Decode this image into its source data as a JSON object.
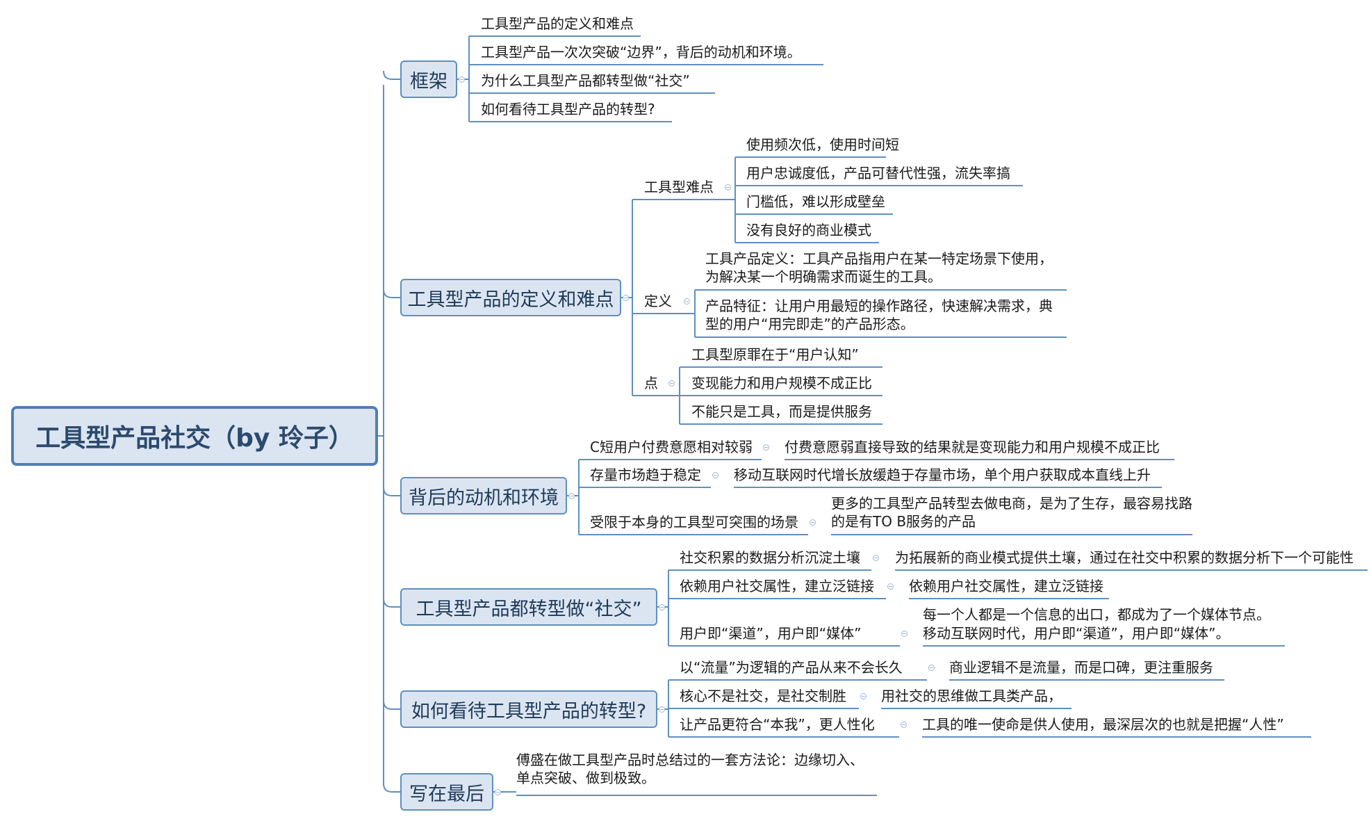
{
  "root": {
    "title": "工具型产品社交（by 玲子）"
  },
  "branches": {
    "framework": {
      "title": "框架",
      "items": [
        "工具型产品的定义和难点",
        "工具型产品一次次突破“边界”，背后的动机和环境。",
        "为什么工具型产品都转型做“社交”",
        "如何看待工具型产品的转型?"
      ]
    },
    "definition": {
      "title": "工具型产品的定义和难点",
      "difficulty": {
        "label": "工具型难点",
        "items": [
          "使用频次低，使用时间短",
          "用户忠诚度低，产品可替代性强，流失率搞",
          "门槛低，难以形成壁垒",
          "没有良好的商业模式"
        ]
      },
      "define": {
        "label": "定义",
        "items": [
          "工具产品定义：工具产品指用户在某一特定场景下使用，为解决某一个明确需求而诞生的工具。",
          "产品特征：让用户用最短的操作路径，快速解决需求，典型的用户“用完即走”的产品形态。"
        ]
      },
      "points": {
        "label": "点",
        "items": [
          "工具型原罪在于“用户认知”",
          "变现能力和用户规模不成正比",
          "不能只是工具，而是提供服务"
        ]
      }
    },
    "motive": {
      "title": "背后的动机和环境",
      "rows": [
        {
          "left": "C短用户付费意愿相对较弱",
          "right": "付费意愿弱直接导致的结果就是变现能力和用户规模不成正比"
        },
        {
          "left": "存量市场趋于稳定",
          "right": "移动互联网时代增长放缓趋于存量市场，单个用户获取成本直线上升"
        },
        {
          "left": "受限于本身的工具型可突围的场景",
          "right": "更多的工具型产品转型去做电商，是为了生存，最容易找路的是有TO B服务的产品"
        }
      ]
    },
    "social": {
      "title": "工具型产品都转型做“社交”",
      "rows": [
        {
          "left": "社交积累的数据分析沉淀土壤",
          "right": "为拓展新的商业模式提供土壤，通过在社交中积累的数据分析下一个可能性"
        },
        {
          "left": "依赖用户社交属性，建立泛链接",
          "right": "依赖用户社交属性，建立泛链接"
        },
        {
          "left": "用户即“渠道”，用户即“媒体”",
          "right_lines": [
            "每一个人都是一个信息的出口，都成为了一个媒体节点。",
            "移动互联网时代，用户即“渠道”，用户即“媒体”。"
          ]
        }
      ]
    },
    "view": {
      "title": "如何看待工具型产品的转型?",
      "rows": [
        {
          "left": "以“流量”为逻辑的产品从来不会长久",
          "right": "商业逻辑不是流量，而是口碑，更注重服务"
        },
        {
          "left": "核心不是社交，是社交制胜",
          "right": "用社交的思维做工具类产品，"
        },
        {
          "left": "让产品更符合“本我”，更人性化",
          "right": "工具的唯一使命是供人使用，最深层次的也就是把握“人性”"
        }
      ]
    },
    "last": {
      "title": "写在最后",
      "text": "傅盛在做工具型产品时总结过的一套方法论：边缘切入、单点突破、做到极致。"
    }
  },
  "colors": {
    "line": "#5f8fc0",
    "box_fill": "#dbe5f1",
    "box_border": "#5f8fc0",
    "text": "#1a1a1a"
  }
}
